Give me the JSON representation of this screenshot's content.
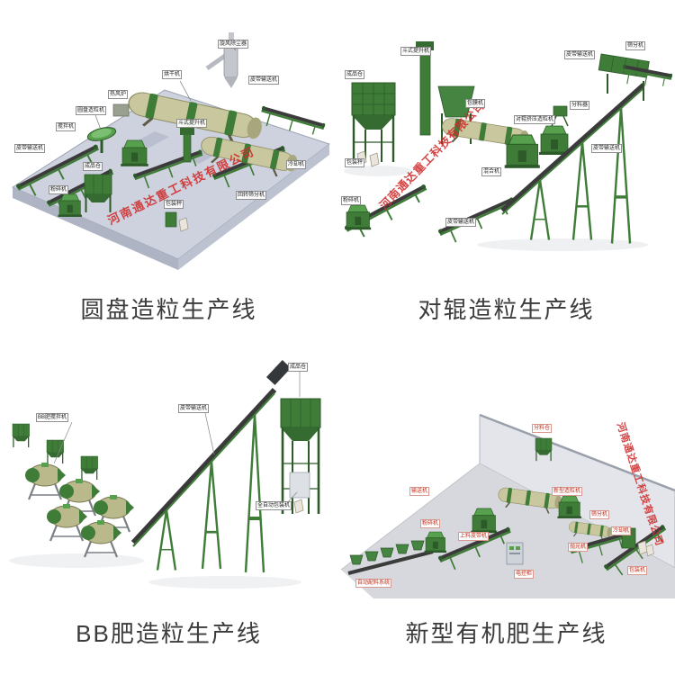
{
  "colors": {
    "machine_green": "#3e7c38",
    "watermark_red": "#cf2b2b",
    "platform_gray": "#cdd2de"
  },
  "panels": [
    {
      "caption": "圆盘造粒生产线",
      "watermark": "河南通达重工科技有限公司",
      "labels": [
        {
          "text": "旋风除尘器"
        },
        {
          "text": "烘干机"
        },
        {
          "text": "皮带输送机"
        },
        {
          "text": "热风炉"
        },
        {
          "text": "圆盘造粒机"
        },
        {
          "text": "搅拌机"
        },
        {
          "text": "皮带输送机"
        },
        {
          "text": "成品仓"
        },
        {
          "text": "粉碎机"
        },
        {
          "text": "包装秤"
        },
        {
          "text": "冷却机"
        },
        {
          "text": "回转筛分机"
        },
        {
          "text": "斗式提升机"
        }
      ]
    },
    {
      "caption": "对辊造粒生产线",
      "watermark": "河南通达重工科技有限公司",
      "labels": [
        {
          "text": "筛分机"
        },
        {
          "text": "皮带输送机"
        },
        {
          "text": "斗式提升机"
        },
        {
          "text": "包膜机"
        },
        {
          "text": "成品仓"
        },
        {
          "text": "包装秤"
        },
        {
          "text": "对辊挤压造粒机"
        },
        {
          "text": "混合机"
        },
        {
          "text": "分料器"
        },
        {
          "text": "皮带输送机"
        },
        {
          "text": "粉碎机"
        },
        {
          "text": "皮带输送机"
        }
      ]
    },
    {
      "caption": "BB肥造粒生产线",
      "labels": [
        {
          "text": "BB肥搅拌机"
        },
        {
          "text": "皮带输送机"
        },
        {
          "text": "成品仓"
        },
        {
          "text": "全自动包装机"
        }
      ]
    },
    {
      "caption": "新型有机肥生产线",
      "watermark": "河南通达重工科技有限公司",
      "labels": [
        {
          "text": "分料仓"
        },
        {
          "text": "输送机"
        },
        {
          "text": "上料皮带机"
        },
        {
          "text": "新型造粒机"
        },
        {
          "text": "筛分机"
        },
        {
          "text": "冷却机"
        },
        {
          "text": "抛光机"
        },
        {
          "text": "包装机"
        },
        {
          "text": "电控柜"
        },
        {
          "text": "自动配料系统"
        },
        {
          "text": "粉碎机"
        }
      ]
    }
  ]
}
